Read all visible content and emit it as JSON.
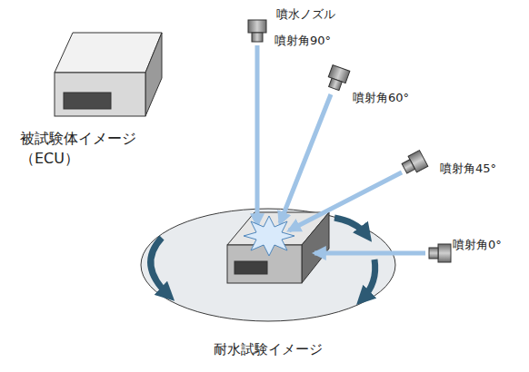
{
  "diagram": {
    "caption": "耐水試験イメージ",
    "labels": [
      "被試験体イメージ",
      "（ECU）",
      "噴水ノズル",
      "噴射角90°",
      "噴射角60°",
      "噴射角45°",
      "噴射角0°"
    ]
  }
}
